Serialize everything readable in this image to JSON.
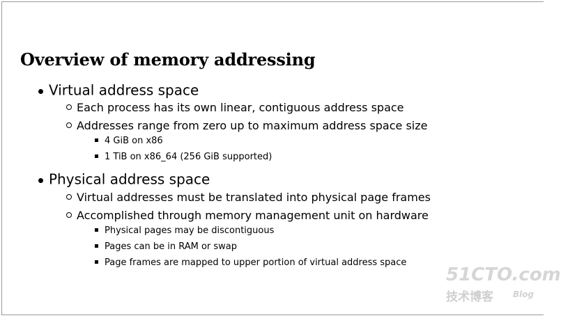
{
  "slide": {
    "title": "Overview of memory addressing",
    "items": [
      {
        "level": 1,
        "text": "Virtual address space"
      },
      {
        "level": 2,
        "text": "Each process has its own linear, contiguous address space"
      },
      {
        "level": 2,
        "text": "Addresses range from zero up to maximum address space size"
      },
      {
        "level": 3,
        "text": "4 GiB on x86"
      },
      {
        "level": 3,
        "text": "1 TiB on x86_64 (256 GiB supported)"
      },
      {
        "level": 1,
        "text": "Physical address space"
      },
      {
        "level": 2,
        "text": "Virtual addresses must be translated into physical page frames"
      },
      {
        "level": 2,
        "text": "Accomplished through memory management unit on hardware"
      },
      {
        "level": 3,
        "text": "Physical pages may be discontiguous"
      },
      {
        "level": 3,
        "text": "Pages can be in RAM or swap"
      },
      {
        "level": 3,
        "text": "Page frames are mapped to upper portion of virtual address space"
      }
    ]
  },
  "watermark": {
    "site": "51CTO.com",
    "subtitle": "技术博客",
    "blog": "Blog"
  }
}
